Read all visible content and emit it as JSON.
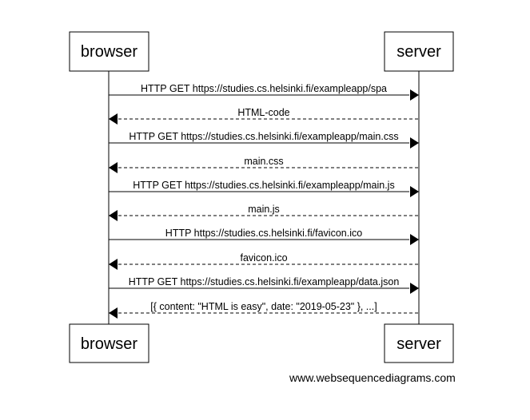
{
  "participants": {
    "left": "browser",
    "right": "server"
  },
  "messages": [
    {
      "text": "HTTP GET https://studies.cs.helsinki.fi/exampleapp/spa",
      "direction": "request"
    },
    {
      "text": "HTML-code",
      "direction": "response"
    },
    {
      "text": "HTTP GET https://studies.cs.helsinki.fi/exampleapp/main.css",
      "direction": "request"
    },
    {
      "text": "main.css",
      "direction": "response"
    },
    {
      "text": "HTTP GET https://studies.cs.helsinki.fi/exampleapp/main.js",
      "direction": "request"
    },
    {
      "text": "main.js",
      "direction": "response"
    },
    {
      "text": "HTTP https://studies.cs.helsinki.fi/favicon.ico",
      "direction": "request"
    },
    {
      "text": "favicon.ico",
      "direction": "response"
    },
    {
      "text": "HTTP GET https://studies.cs.helsinki.fi/exampleapp/data.json",
      "direction": "request"
    },
    {
      "text": "[{ content: \"HTML is easy\", date: \"2019-05-23\" }, ...]",
      "direction": "response"
    }
  ],
  "watermark": "www.websequencediagrams.com"
}
